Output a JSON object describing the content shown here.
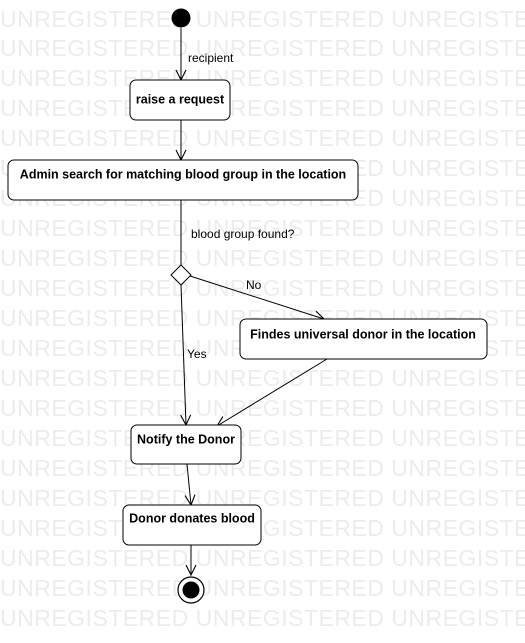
{
  "watermark": "UNREGISTERED UNREGISTERED UNREGISTERED",
  "colors": {
    "stroke": "#000000",
    "fill": "#ffffff",
    "watermark": "#ececec"
  },
  "nodes": {
    "raise_request": "raise a request",
    "admin_search": "Admin search for matching blood group in the location",
    "universal_donor": "Findes universal donor in the location",
    "notify_donor": "Notify the Donor",
    "donor_donates": "Donor donates blood"
  },
  "edges": {
    "recipient": "recipient",
    "guard": "blood group found?",
    "no": "No",
    "yes": "Yes"
  }
}
